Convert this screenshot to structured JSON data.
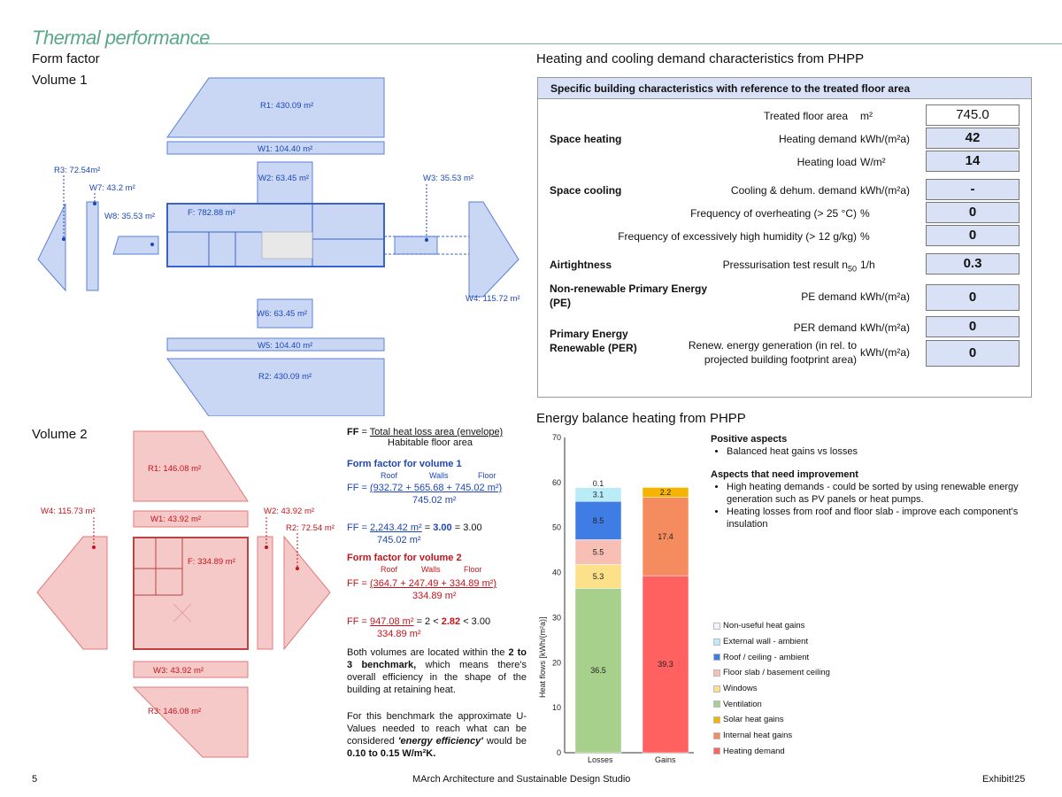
{
  "header": {
    "section_title": "Thermal performance",
    "form_factor_title": "Form factor",
    "volume1_title": "Volume 1",
    "volume2_title": "Volume 2"
  },
  "volume1": {
    "labels": {
      "R1": "R1: 430.09 m²",
      "W1": "W1: 104.40 m²",
      "W2": "W2: 63.45 m²",
      "W3": "W3: 35.53 m²",
      "W4": "W4: 115.72 m²",
      "W5": "W5: 104.40 m²",
      "W6": "W6: 63.45 m²",
      "W7": "W7: 43.2 m²",
      "W8": "W8: 35.53 m²",
      "R2": "R2: 430.09 m²",
      "R3": "R3: 72.54m²",
      "F": "F: 782.88 m²"
    }
  },
  "volume2": {
    "labels": {
      "R1": "R1: 146.08 m²",
      "W1": "W1: 43.92 m²",
      "W2": "W2: 43.92 m²",
      "W3": "W3: 43.92 m²",
      "W4": "W4: 115.73 m²",
      "R2": "R2: 72.54 m²",
      "R3": "R3: 146.08 m²",
      "F": "F: 334.89 m²"
    }
  },
  "formulas": {
    "ff_label": "FF",
    "ff_num": "Total heat loss area (envelope)",
    "ff_den": "Habitable floor area",
    "v1_title": "Form factor for volume 1",
    "col_roof": "Roof",
    "col_walls": "Walls",
    "col_floor": "Floor",
    "v1_num": "(932.72 + 565.68 + 745.02 m²)",
    "v1_den": "745.02 m²",
    "v1_num2": "2,243.42 m²",
    "v1_den2": "745.02 m²",
    "v1_result": "3.00",
    "v1_tail": "= 3.00",
    "v2_title": "Form factor for volume 2",
    "v2_num": "(364.7 + 247.49 + 334.89 m²)",
    "v2_den": "334.89 m²",
    "v2_num2": "947.08 m²",
    "v2_den2": "334.89 m²",
    "v2_pre": "= 2 <",
    "v2_result": "2.82",
    "v2_tail": "< 3.00",
    "eq_prefix": "FF =",
    "eq_sign": "=",
    "para1_a": "Both volumes are located within the",
    "para1_b": "2 to 3 benchmark,",
    "para1_c": "which means there's overall efficiency in the shape of the building at retaining heat.",
    "para2_a": "For this benchmark the approximate U-Values needed to reach what can be considered",
    "para2_b": "'energy efficiency'",
    "para2_c": "would be",
    "para2_d": "0.10 to 0.15 W/m²K."
  },
  "phpp": {
    "title": "Heating and cooling demand characteristics from PHPP",
    "table_header": "Specific building characteristics with reference to the treated floor area",
    "rows": {
      "tfa": {
        "label": "Treated floor area",
        "unit": "m²",
        "value": "745.0"
      },
      "heat_group": "Space heating",
      "heat_demand": {
        "label": "Heating demand",
        "unit": "kWh/(m²a)",
        "value": "42"
      },
      "heat_load": {
        "label": "Heating load",
        "unit": "W/m²",
        "value": "14"
      },
      "cool_group": "Space cooling",
      "cool_demand": {
        "label": "Cooling & dehum. demand",
        "unit": "kWh/(m²a)",
        "value": "-"
      },
      "overheat": {
        "label": "Frequency of overheating (> 25 °C)",
        "unit": "%",
        "value": "0"
      },
      "humidity": {
        "label": "Frequency of excessively high humidity (> 12 g/kg)",
        "unit": "%",
        "value": "0"
      },
      "air_group": "Airtightness",
      "pressure": {
        "label": "Pressurisation test result n",
        "label_sub": "50",
        "unit": "1/h",
        "value": "0.3"
      },
      "pe_group": "Non-renewable Primary Energy (PE)",
      "pe": {
        "label": "PE demand",
        "unit": "kWh/(m²a)",
        "value": "0"
      },
      "per_group": "Primary Energy Renewable (PER)",
      "per": {
        "label": "PER demand",
        "unit": "kWh/(m²a)",
        "value": "0"
      },
      "renew": {
        "label": "Renew. energy generation (in rel. to projected building footprint area)",
        "unit": "kWh/(m²a)",
        "value": "0"
      }
    }
  },
  "energy": {
    "title": "Energy balance heating from PHPP",
    "positive_title": "Positive aspects",
    "positive_items": [
      "Balanced heat gains vs losses"
    ],
    "improve_title": "Aspects that need improvement",
    "improve_items": [
      "High heating demands - could be sorted by using renewable energy generation such as PV panels or heat pumps.",
      "Heating losses from roof and floor slab -  improve each component's insulation"
    ]
  },
  "chart_data": {
    "type": "bar",
    "stacked": true,
    "categories": [
      "Losses",
      "Gains"
    ],
    "ylabel": "Heat flows [kWh/(m²a)]",
    "ylim": [
      0,
      70
    ],
    "yticks": [
      0,
      10,
      20,
      30,
      40,
      50,
      60,
      70
    ],
    "legend_position": "right",
    "series": [
      {
        "name": "Ventilation",
        "color": "#a8d08d",
        "values": [
          36.5,
          0
        ]
      },
      {
        "name": "Windows",
        "color": "#fde08a",
        "values": [
          5.3,
          0
        ]
      },
      {
        "name": "Floor slab / basement ceiling",
        "color": "#f8bfb5",
        "values": [
          5.5,
          0
        ]
      },
      {
        "name": "Roof / ceiling - ambient",
        "color": "#3f7de4",
        "values": [
          8.5,
          0
        ]
      },
      {
        "name": "External wall - ambient",
        "color": "#b9ecf7",
        "values": [
          3.1,
          0
        ]
      },
      {
        "name": "Non-useful heat gains",
        "color": "#f4f4ff",
        "values": [
          0.1,
          0
        ]
      },
      {
        "name": "Heating demand",
        "color": "#ff6060",
        "values": [
          0,
          39.3
        ]
      },
      {
        "name": "Internal heat gains",
        "color": "#f48c60",
        "values": [
          0,
          17.4
        ]
      },
      {
        "name": "Solar heat gains",
        "color": "#f5b400",
        "values": [
          0,
          2.2
        ]
      }
    ],
    "legend_order": [
      "Non-useful heat gains",
      "External wall - ambient",
      "Roof / ceiling - ambient",
      "Floor slab / basement ceiling",
      "Windows",
      "Ventilation",
      "Solar heat gains",
      "Internal heat gains",
      "Heating demand"
    ]
  },
  "footer": {
    "page": "5",
    "studio": "MArch Architecture and Sustainable Design Studio",
    "exhibit": "Exhibit!25"
  }
}
